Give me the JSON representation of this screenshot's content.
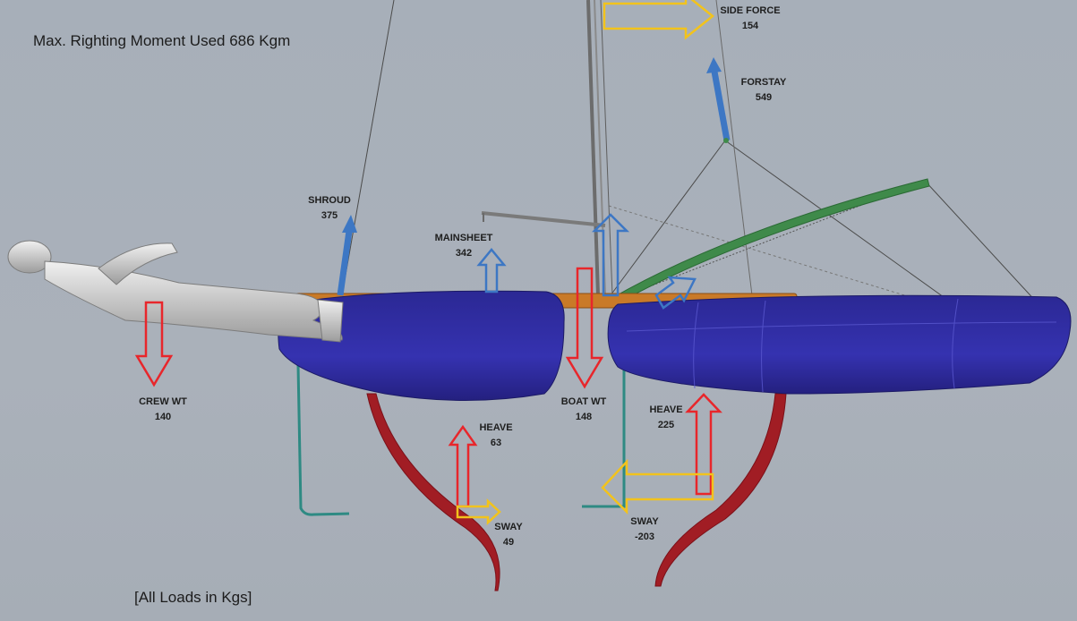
{
  "title": "Max. Righting Moment Used 686 Kgm",
  "note": "[All Loads in Kgs]",
  "loads": {
    "side_force": {
      "label": "SIDE FORCE",
      "value": "154"
    },
    "forstay": {
      "label": "FORSTAY",
      "value": "549"
    },
    "shroud": {
      "label": "SHROUD",
      "value": "375"
    },
    "mainsheet": {
      "label": "MAINSHEET",
      "value": "342"
    },
    "crew_wt": {
      "label": "CREW WT",
      "value": "140"
    },
    "boat_wt": {
      "label": "BOAT WT",
      "value": "148"
    },
    "heave_left": {
      "label": "HEAVE",
      "value": "63"
    },
    "sway_left": {
      "label": "SWAY",
      "value": "49"
    },
    "heave_right": {
      "label": "HEAVE",
      "value": "225"
    },
    "sway_right": {
      "label": "SWAY",
      "value": "-203"
    }
  },
  "colors": {
    "weight_arrow": "#e8262b",
    "lateral_arrow": "#f2c31c",
    "rig_load_arrow": "#3d77c4",
    "hull": "#2d2a9c",
    "deck_beam": "#c97a28",
    "foil": "#a11d24",
    "rudder": "#2e8a83",
    "boom": "#3f8a4a"
  }
}
